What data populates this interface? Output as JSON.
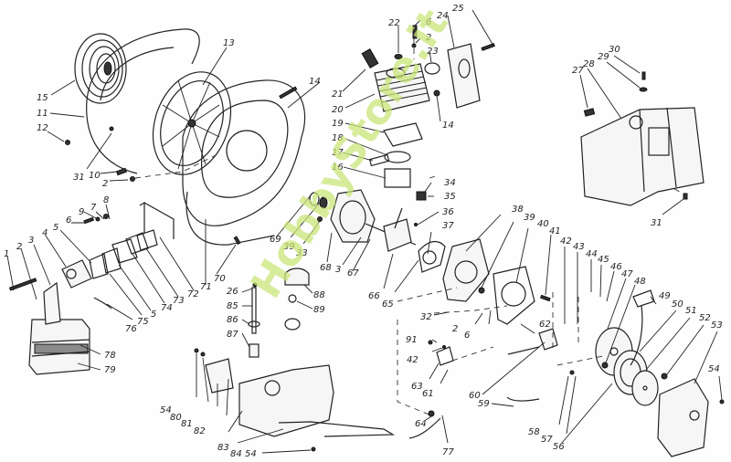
{
  "diagram": {
    "title": "Exploded parts diagram - blower engine",
    "watermark": "HobbyStore.it",
    "watermark_color": "#c9e57a",
    "line_color": "#222222",
    "background": "#fefefe",
    "labels": [
      {
        "id": "l13",
        "text": "13"
      },
      {
        "id": "l15",
        "text": "15"
      },
      {
        "id": "l11",
        "text": "11"
      },
      {
        "id": "l12",
        "text": "12"
      },
      {
        "id": "l31a",
        "text": "31"
      },
      {
        "id": "l10",
        "text": "10"
      },
      {
        "id": "l2a",
        "text": "2"
      },
      {
        "id": "l14",
        "text": "14"
      },
      {
        "id": "l22",
        "text": "22"
      },
      {
        "id": "l6a",
        "text": "6"
      },
      {
        "id": "l2b",
        "text": "2"
      },
      {
        "id": "l24",
        "text": "24"
      },
      {
        "id": "l25",
        "text": "25"
      },
      {
        "id": "l23",
        "text": "23"
      },
      {
        "id": "l21",
        "text": "21"
      },
      {
        "id": "l20",
        "text": "20"
      },
      {
        "id": "l19",
        "text": "19"
      },
      {
        "id": "l14b",
        "text": "14"
      },
      {
        "id": "l18",
        "text": "18"
      },
      {
        "id": "l17",
        "text": "17"
      },
      {
        "id": "l16",
        "text": "16"
      },
      {
        "id": "l34",
        "text": "34"
      },
      {
        "id": "l35",
        "text": "35"
      },
      {
        "id": "l30",
        "text": "30"
      },
      {
        "id": "l29",
        "text": "29"
      },
      {
        "id": "l27",
        "text": "27"
      },
      {
        "id": "l28",
        "text": "28"
      },
      {
        "id": "l31b",
        "text": "31"
      },
      {
        "id": "l8",
        "text": "8"
      },
      {
        "id": "l7",
        "text": "7"
      },
      {
        "id": "l9",
        "text": "9"
      },
      {
        "id": "l6b",
        "text": "6"
      },
      {
        "id": "l5a",
        "text": "5"
      },
      {
        "id": "l4",
        "text": "4"
      },
      {
        "id": "l3",
        "text": "3"
      },
      {
        "id": "l2c",
        "text": "2"
      },
      {
        "id": "l1",
        "text": "1"
      },
      {
        "id": "l75",
        "text": "75"
      },
      {
        "id": "l5b",
        "text": "5"
      },
      {
        "id": "l74",
        "text": "74"
      },
      {
        "id": "l73",
        "text": "73"
      },
      {
        "id": "l72",
        "text": "72"
      },
      {
        "id": "l71",
        "text": "71"
      },
      {
        "id": "l70",
        "text": "70"
      },
      {
        "id": "l76",
        "text": "76"
      },
      {
        "id": "l78",
        "text": "78"
      },
      {
        "id": "l79",
        "text": "79"
      },
      {
        "id": "l69",
        "text": "69"
      },
      {
        "id": "l39a",
        "text": "39"
      },
      {
        "id": "l33",
        "text": "33"
      },
      {
        "id": "l68",
        "text": "68"
      },
      {
        "id": "l3b",
        "text": "3"
      },
      {
        "id": "l67",
        "text": "67"
      },
      {
        "id": "l66",
        "text": "66"
      },
      {
        "id": "l65",
        "text": "65"
      },
      {
        "id": "l36",
        "text": "36"
      },
      {
        "id": "l37",
        "text": "37"
      },
      {
        "id": "l38",
        "text": "38"
      },
      {
        "id": "l39b",
        "text": "39"
      },
      {
        "id": "l40",
        "text": "40"
      },
      {
        "id": "l41",
        "text": "41"
      },
      {
        "id": "l42a",
        "text": "42"
      },
      {
        "id": "l43",
        "text": "43"
      },
      {
        "id": "l44",
        "text": "44"
      },
      {
        "id": "l45",
        "text": "45"
      },
      {
        "id": "l46",
        "text": "46"
      },
      {
        "id": "l47",
        "text": "47"
      },
      {
        "id": "l48",
        "text": "48"
      },
      {
        "id": "l49",
        "text": "49"
      },
      {
        "id": "l50",
        "text": "50"
      },
      {
        "id": "l51",
        "text": "51"
      },
      {
        "id": "l52",
        "text": "52"
      },
      {
        "id": "l53",
        "text": "53"
      },
      {
        "id": "l54a",
        "text": "54"
      },
      {
        "id": "l26",
        "text": "26"
      },
      {
        "id": "l85",
        "text": "85"
      },
      {
        "id": "l86",
        "text": "86"
      },
      {
        "id": "l87",
        "text": "87"
      },
      {
        "id": "l88",
        "text": "88"
      },
      {
        "id": "l89",
        "text": "89"
      },
      {
        "id": "l32",
        "text": "32"
      },
      {
        "id": "l2d",
        "text": "2"
      },
      {
        "id": "l6c",
        "text": "6"
      },
      {
        "id": "l91",
        "text": "91"
      },
      {
        "id": "l42b",
        "text": "42"
      },
      {
        "id": "l63",
        "text": "63"
      },
      {
        "id": "l61",
        "text": "61"
      },
      {
        "id": "l62",
        "text": "62"
      },
      {
        "id": "l60",
        "text": "60"
      },
      {
        "id": "l59",
        "text": "59"
      },
      {
        "id": "l58",
        "text": "58"
      },
      {
        "id": "l57",
        "text": "57"
      },
      {
        "id": "l56",
        "text": "56"
      },
      {
        "id": "l64",
        "text": "64"
      },
      {
        "id": "l77",
        "text": "77"
      },
      {
        "id": "l54b",
        "text": "54"
      },
      {
        "id": "l80",
        "text": "80"
      },
      {
        "id": "l81",
        "text": "81"
      },
      {
        "id": "l82",
        "text": "82"
      },
      {
        "id": "l83",
        "text": "83"
      },
      {
        "id": "l84",
        "text": "84"
      },
      {
        "id": "l54c",
        "text": "54"
      }
    ]
  }
}
